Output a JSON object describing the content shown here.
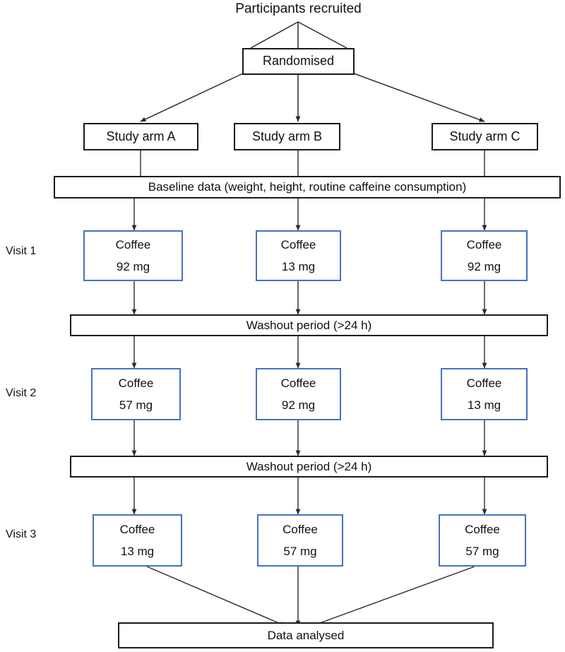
{
  "diagram": {
    "title": "Participants recruited",
    "type": "study-flow-chart",
    "colors": {
      "box_border_black": "#1a1a1a",
      "box_border_blue": "#4472c4",
      "background": "#ffffff",
      "text": "#111111",
      "edge": "#2b2b2b"
    },
    "top": {
      "recruited_label": "Participants recruited",
      "randomised_label": "Randomised"
    },
    "arms": [
      {
        "id": "A",
        "label": "Study arm A"
      },
      {
        "id": "B",
        "label": "Study arm B"
      },
      {
        "id": "C",
        "label": "Study arm C"
      }
    ],
    "baseline": {
      "label": "Baseline data (weight, height, routine caffeine consumption)"
    },
    "washout": {
      "label_1": "Washout period (>24 h)",
      "label_2": "Washout period (>24 h)"
    },
    "visits": [
      {
        "visit_label": "Visit 1",
        "cells": [
          {
            "arm": "A",
            "drink": "Coffee",
            "dose": "92 mg"
          },
          {
            "arm": "B",
            "drink": "Coffee",
            "dose": "13 mg"
          },
          {
            "arm": "C",
            "drink": "Coffee",
            "dose": "92 mg"
          }
        ]
      },
      {
        "visit_label": "Visit 2",
        "cells": [
          {
            "arm": "A",
            "drink": "Coffee",
            "dose": "57 mg"
          },
          {
            "arm": "B",
            "drink": "Coffee",
            "dose": "92 mg"
          },
          {
            "arm": "C",
            "drink": "Coffee",
            "dose": "13 mg"
          }
        ]
      },
      {
        "visit_label": "Visit 3",
        "cells": [
          {
            "arm": "A",
            "drink": "Coffee",
            "dose": "13 mg"
          },
          {
            "arm": "B",
            "drink": "Coffee",
            "dose": "57 mg"
          },
          {
            "arm": "C",
            "drink": "Coffee",
            "dose": "57 mg"
          }
        ]
      }
    ],
    "bottom": {
      "analysis_label": "Data analysed"
    }
  }
}
